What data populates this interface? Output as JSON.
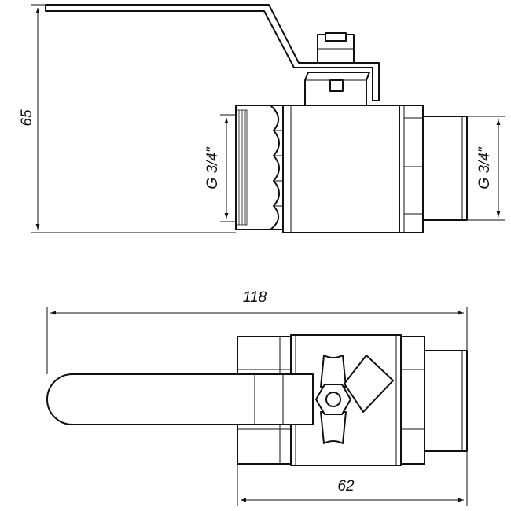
{
  "dimensions": {
    "height": "65",
    "length_total": "118",
    "length_body": "62",
    "thread_left": "G 3/4\"",
    "thread_right": "G 3/4\""
  }
}
